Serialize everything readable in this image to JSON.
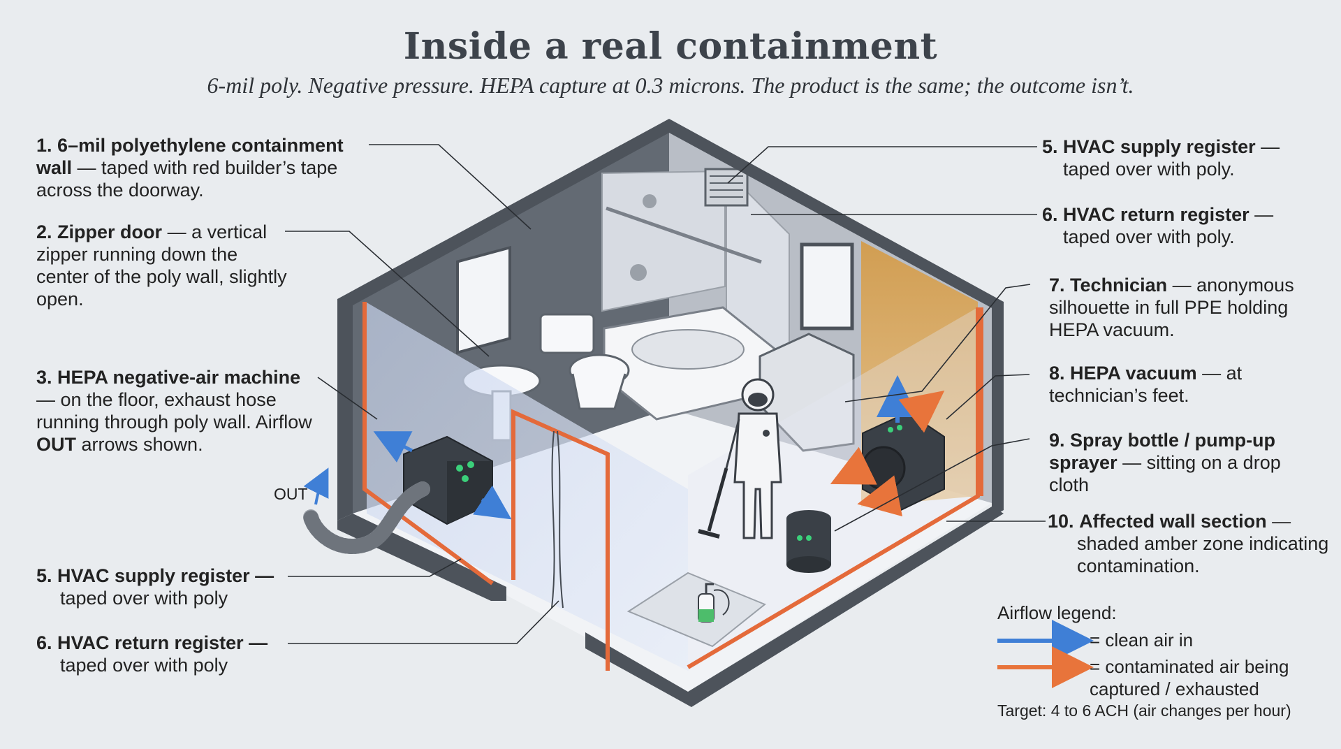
{
  "header": {
    "title": "Inside a real containment",
    "subtitle": "6-mil poly. Negative pressure. HEPA capture at 0.3 microns. The product is the same; the outcome isn’t."
  },
  "callouts_left": [
    {
      "num": "1.",
      "head": "6–mil polyethylene containment wall",
      "body": "— taped with red builder’s tape across the doorway."
    },
    {
      "num": "2.",
      "head": "Zipper door",
      "body": "— a vertical zipper running down the center of the poly wall, slightly open."
    },
    {
      "num": "3.",
      "head": "HEPA negative-air machine",
      "body_pre": "— on the floor, exhaust hose running through poly wall. Airflow ",
      "body_bold": "OUT",
      "body_post": " arrows shown."
    },
    {
      "num": "5.",
      "head": "HVAC supply register",
      "body": "taped over with poly"
    },
    {
      "num": "6.",
      "head": "HVAC return register",
      "body": "taped over with poly"
    }
  ],
  "callouts_right": [
    {
      "num": "5.",
      "head": "HVAC supply register",
      "body": "taped over with poly."
    },
    {
      "num": "6.",
      "head": "HVAC return register",
      "body": "taped over with poly."
    },
    {
      "num": "7.",
      "head": "Technician",
      "body": "— anonymous silhouette in full PPE holding HEPA vacuum."
    },
    {
      "num": "8.",
      "head": "HEPA vacuum",
      "body": "— at technician’s feet."
    },
    {
      "num": "9.",
      "head": "Spray bottle / pump-up sprayer",
      "body": "— sitting on a drop cloth"
    },
    {
      "num": "10.",
      "head": "Affected wall section",
      "body": "shaded amber zone indicating contamination."
    }
  ],
  "diagram": {
    "out_label": "OUT"
  },
  "legend": {
    "title": "Airflow legend:",
    "clean_label": "= clean air in",
    "contaminated_label": "= contaminated air being captured / exhausted",
    "target_note": "Target: 4 to 6 ACH (air changes per hour)",
    "clean_color": "#3f7fd6",
    "contaminated_color": "#e8743b"
  },
  "colors": {
    "wall_dark": "#4d535b",
    "tape_red": "#e46a3a",
    "amber_zone": "#d9a04a",
    "poly_blue": "#cfdaf0",
    "background": "#e9ecef"
  }
}
